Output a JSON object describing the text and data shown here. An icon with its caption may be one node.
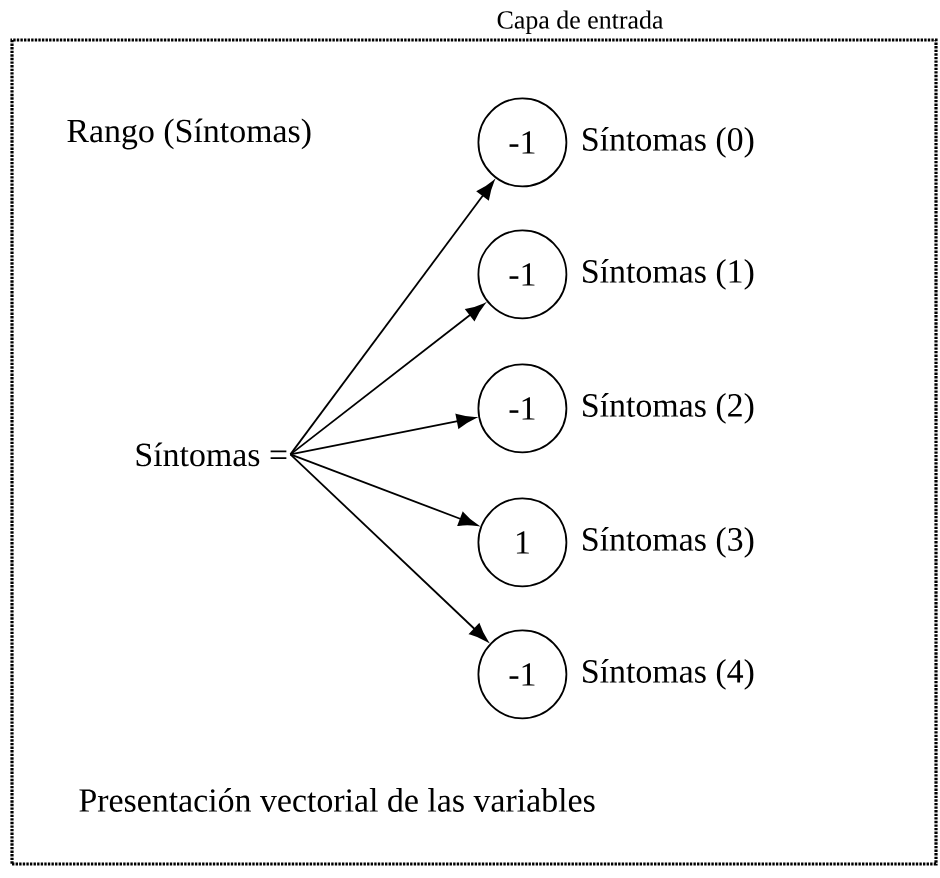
{
  "diagram": {
    "nodes": [
      {
        "text": [
          "Capa de entrada"
        ]
      },
      {
        "text": [
          "Síntomas ="
        ],
        "in": 0
      },
      {
        "text": [
          "-1"
        ],
        "beside": [
          "Síntomas (0)"
        ],
        "in": 0
      },
      {
        "text": [
          "-1"
        ],
        "beside": [
          "Síntomas (1)"
        ],
        "in": 0
      },
      {
        "text": [
          "-1"
        ],
        "beside": [
          "Síntomas (2)"
        ],
        "in": 0
      },
      {
        "text": [
          "1"
        ],
        "beside": [
          "Síntomas (3)"
        ],
        "in": 0
      },
      {
        "text": [
          "-1"
        ],
        "beside": [
          "Síntomas (4)"
        ],
        "in": 0
      }
    ],
    "edges": [
      {
        "from": 1,
        "to": 2,
        "arrow": "to"
      },
      {
        "from": 1,
        "to": 3,
        "arrow": "to"
      },
      {
        "from": 1,
        "to": 4,
        "arrow": "to"
      },
      {
        "from": 1,
        "to": 5,
        "arrow": "to"
      },
      {
        "from": 1,
        "to": 6,
        "arrow": "to"
      }
    ],
    "labels": [
      "Rango (Síntomas)",
      "Presentación vectorial de las variables"
    ]
  }
}
